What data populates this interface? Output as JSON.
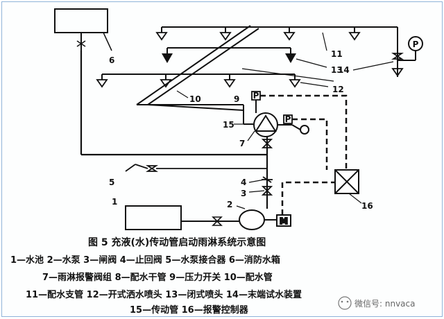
{
  "figure": {
    "caption": "图 5   充液(水)传动管启动雨淋系统示意图"
  },
  "labels": {
    "n1": "1",
    "n2": "2",
    "n3": "3",
    "n4": "4",
    "n5": "5",
    "n6": "6",
    "n7": "7",
    "n9": "9",
    "n10": "10",
    "n11": "11",
    "n12": "12",
    "n13": "13",
    "n14": "14",
    "n15": "15",
    "n16": "16",
    "gauge_p": "P",
    "switch_p": "P",
    "switch_p2": "P",
    "motor_m": "M"
  },
  "legend": [
    "1—水池   2—水泵   3—闸阀   4—止回阀   5—水泵接合器   6—消防水箱",
    "7—雨淋报警阀组   8—配水干管   9—压力开关   10—配水管",
    "11—配水支管   12—开式洒水喷头   13—闭式喷头   14—末端试水装置",
    "15—传动管   16—报警控制器"
  ],
  "watermark": "微信号: nnvaca"
}
